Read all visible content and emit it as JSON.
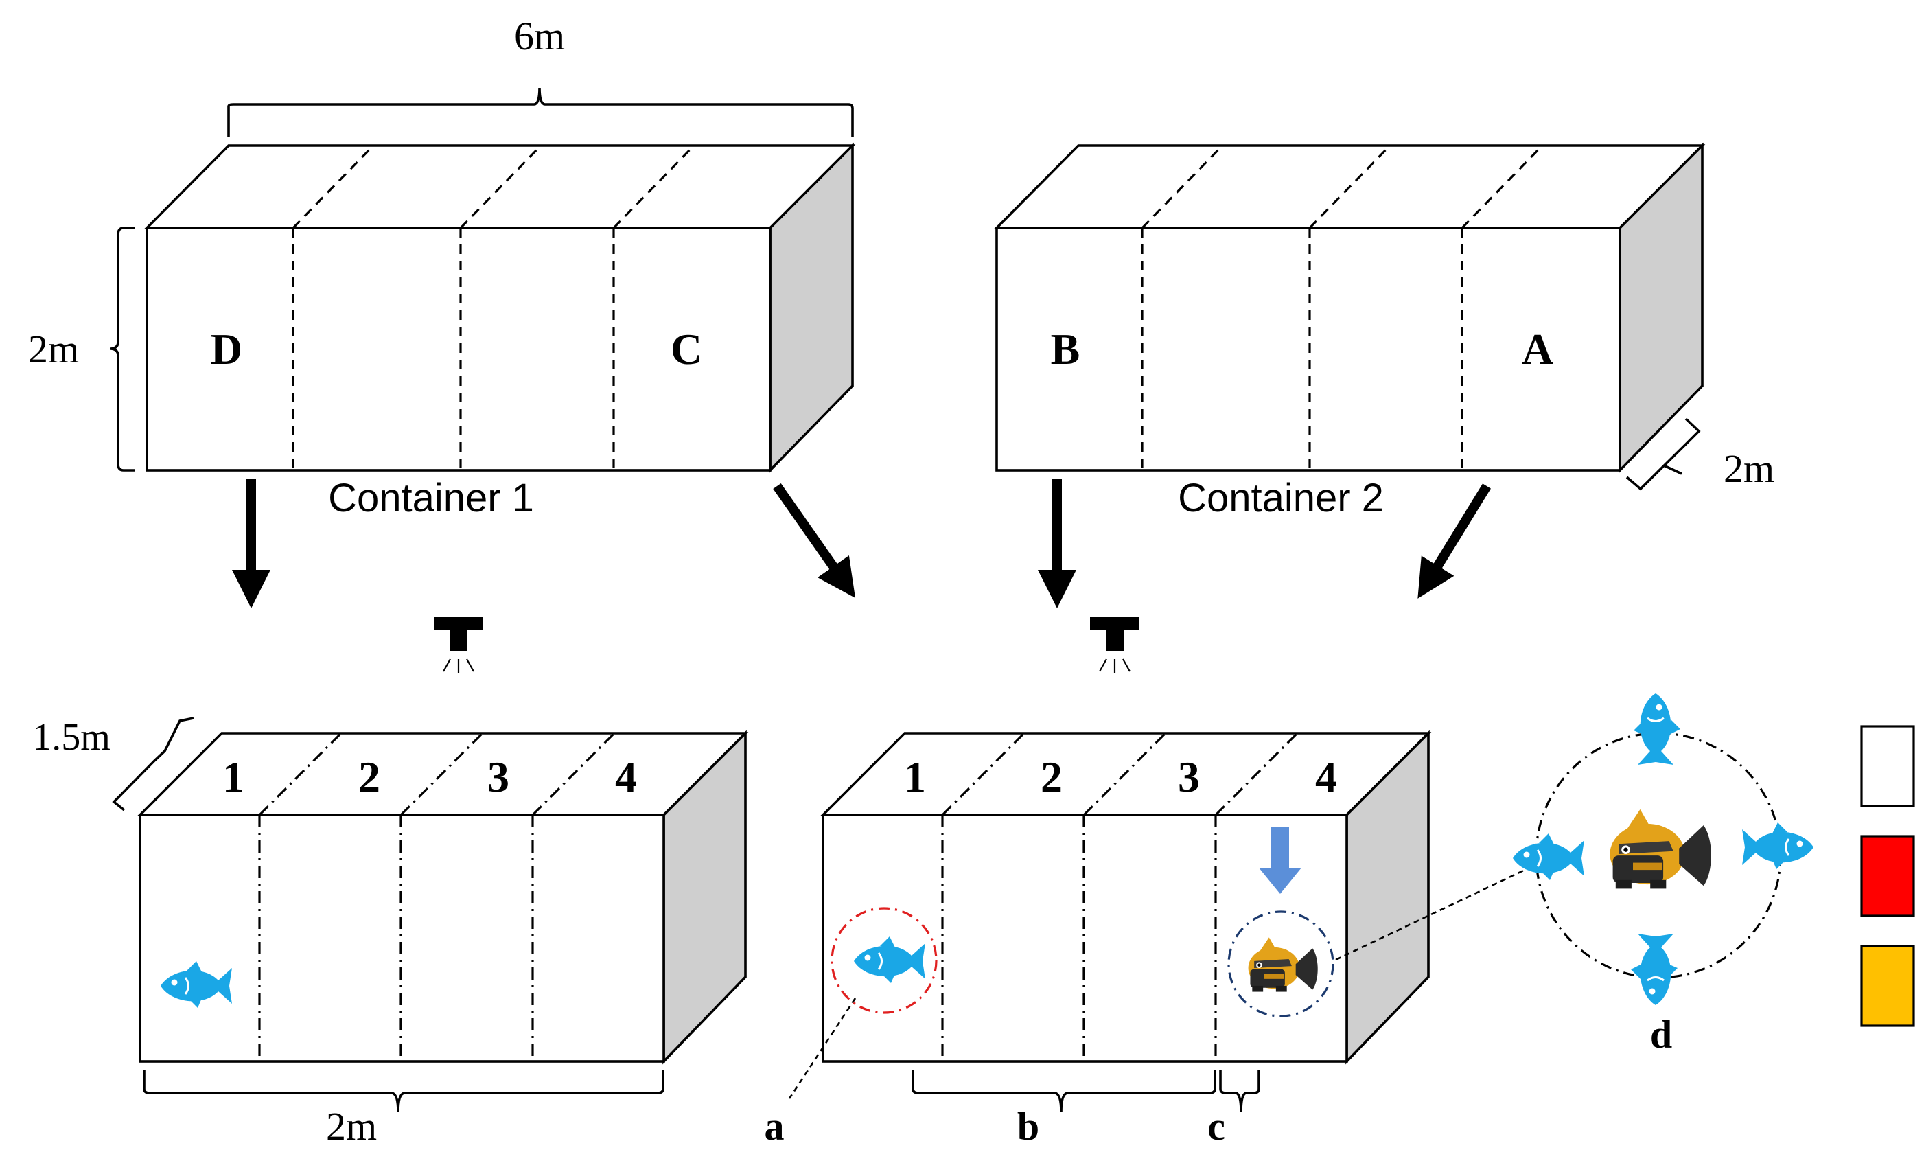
{
  "dimensions": {
    "top_length": "6m",
    "top_height": "2m",
    "top_depth": "2m",
    "tank_depth": "1.5m",
    "tank_length": "2m"
  },
  "containers": [
    {
      "caption": "Container 1",
      "left_label": "D",
      "right_label": "C"
    },
    {
      "caption": "Container 2",
      "left_label": "B",
      "right_label": "A"
    }
  ],
  "tank_zones": [
    "1",
    "2",
    "3",
    "4"
  ],
  "annotations": {
    "a": "a",
    "b": "b",
    "c": "c",
    "d": "d"
  },
  "legend_colors": [
    "#ffffff",
    "#ff0000",
    "#ffc000"
  ],
  "colors": {
    "fish": "#1aa7e6",
    "robot_body": "#e3a21a",
    "marker_arrow": "#5b8fd9",
    "red_circle": "#e02020",
    "blue_circle": "#1c3a6e",
    "side_face": "#cfcfcf"
  },
  "icons": [
    "fish-icon",
    "robot-fish-icon",
    "camera-light-icon",
    "down-arrow-icon"
  ]
}
